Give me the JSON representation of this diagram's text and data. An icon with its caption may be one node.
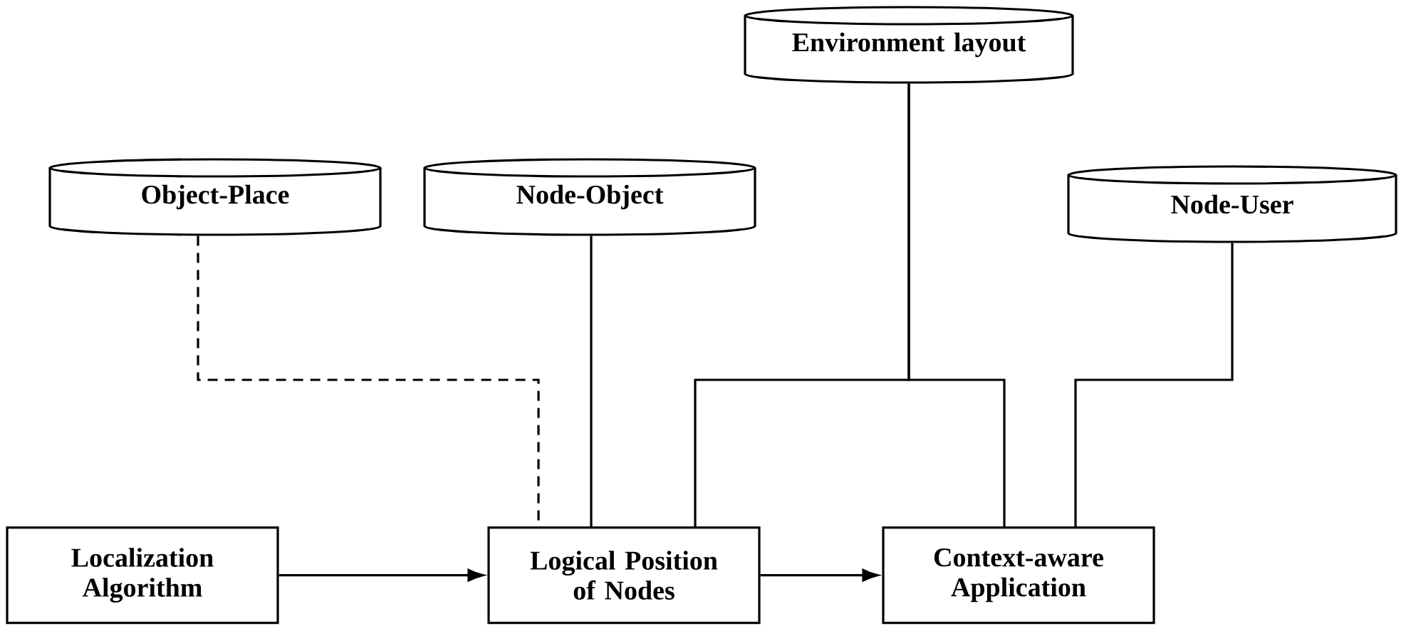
{
  "diagram": {
    "nodes": [
      {
        "text": [
          "Environment layout"
        ]
      },
      {
        "text": [
          "Object-Place"
        ]
      },
      {
        "text": [
          "Node-Object"
        ]
      },
      {
        "text": [
          "Node-User"
        ]
      },
      {
        "text": [
          "Localization Algorithm"
        ]
      },
      {
        "text": [
          "Logical Position of Nodes"
        ]
      },
      {
        "text": [
          "Context-aware Application"
        ]
      }
    ],
    "edges": [
      {
        "from": 4,
        "to": 5,
        "arrow": "to"
      },
      {
        "from": 5,
        "to": 6,
        "arrow": "to"
      },
      {
        "from": 1,
        "to": 5,
        "arrow": "none",
        "style": "dashed"
      },
      {
        "from": 2,
        "to": 5,
        "arrow": "none"
      },
      {
        "from": 0,
        "to": 5,
        "arrow": "none"
      },
      {
        "from": 0,
        "to": 6,
        "arrow": "none"
      },
      {
        "from": 3,
        "to": 6,
        "arrow": "none"
      }
    ]
  }
}
